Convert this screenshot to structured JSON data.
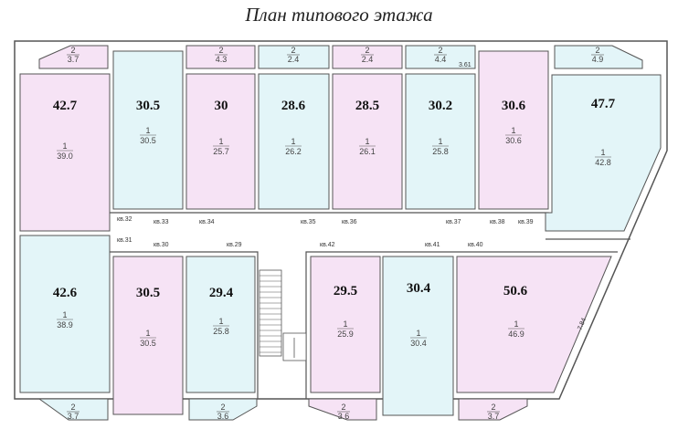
{
  "title": "План типового этажа",
  "colors": {
    "pink": "#f6e3f5",
    "blue": "#e3f5f8",
    "wall": "#555555"
  },
  "rooms": [
    {
      "total": "42.7",
      "room_no": "1",
      "room_area": "39.0",
      "color": "pink"
    },
    {
      "total": "30.5",
      "room_no": "1",
      "room_area": "30.5",
      "color": "blue"
    },
    {
      "total": "30",
      "room_no": "1",
      "room_area": "25.7",
      "color": "pink"
    },
    {
      "total": "28.6",
      "room_no": "1",
      "room_area": "26.2",
      "color": "blue"
    },
    {
      "total": "28.5",
      "room_no": "1",
      "room_area": "26.1",
      "color": "pink"
    },
    {
      "total": "30.2",
      "room_no": "1",
      "room_area": "25.8",
      "color": "blue"
    },
    {
      "total": "30.6",
      "room_no": "1",
      "room_area": "30.6",
      "color": "pink"
    },
    {
      "total": "47.7",
      "room_no": "1",
      "room_area": "42.8",
      "color": "blue"
    },
    {
      "total": "42.6",
      "room_no": "1",
      "room_area": "38.9",
      "color": "blue"
    },
    {
      "total": "30.5",
      "room_no": "1",
      "room_area": "30.5",
      "color": "pink"
    },
    {
      "total": "29.4",
      "room_no": "1",
      "room_area": "25.8",
      "color": "blue"
    },
    {
      "total": "29.5",
      "room_no": "1",
      "room_area": "25.9",
      "color": "pink"
    },
    {
      "total": "30.4",
      "room_no": "1",
      "room_area": "30.4",
      "color": "blue"
    },
    {
      "total": "50.6",
      "room_no": "1",
      "room_area": "46.9",
      "color": "pink"
    }
  ],
  "balconies": [
    {
      "no": "2",
      "area": "3.7",
      "color": "pink"
    },
    {
      "no": "2",
      "area": "4.3",
      "color": "pink"
    },
    {
      "no": "2",
      "area": "2.4",
      "color": "blue"
    },
    {
      "no": "2",
      "area": "2.4",
      "color": "pink"
    },
    {
      "no": "2",
      "area": "4.4",
      "color": "blue"
    },
    {
      "no": "2",
      "area": "4.9",
      "color": "blue"
    },
    {
      "no": "2",
      "area": "3.7",
      "color": "blue"
    },
    {
      "no": "2",
      "area": "3.6",
      "color": "blue"
    },
    {
      "no": "2",
      "area": "3.6",
      "color": "pink"
    },
    {
      "no": "2",
      "area": "3.7",
      "color": "pink"
    }
  ],
  "apartment_labels": [
    "кв.32",
    "кв.33",
    "кв.34",
    "кв.35",
    "кв.36",
    "кв.37",
    "кв.38",
    "кв.39",
    "кв.31",
    "кв.30",
    "кв.29",
    "кв.42",
    "кв.41",
    "кв.40"
  ],
  "dimensions": [
    "3.61",
    "7.84"
  ]
}
